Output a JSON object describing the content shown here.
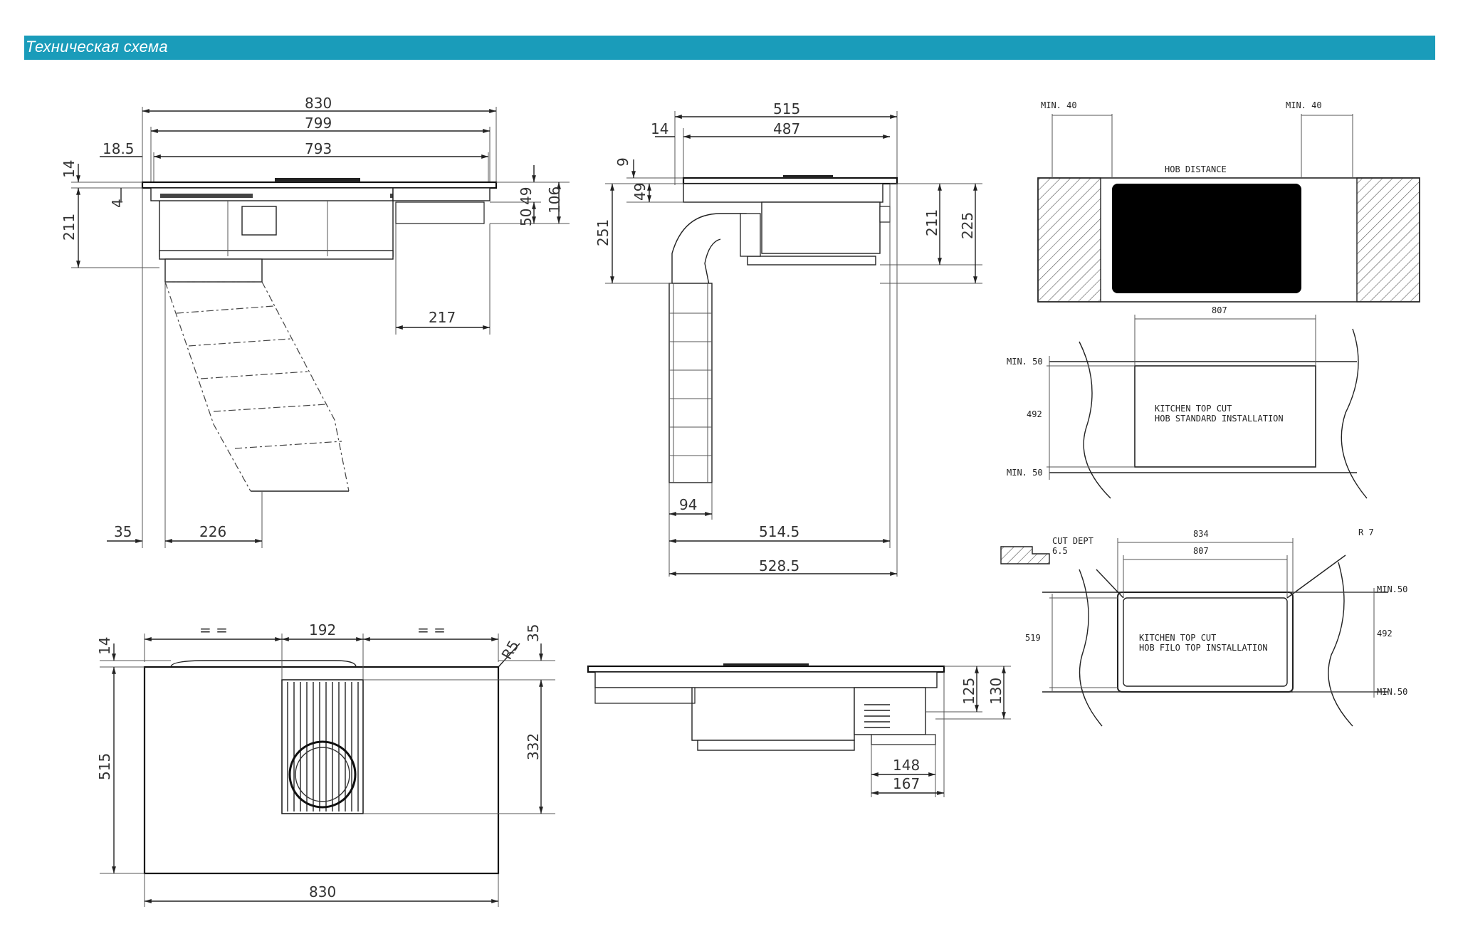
{
  "header": {
    "title": "Техническая схема"
  },
  "side_view": {
    "dims": [
      "830",
      "799",
      "793",
      "18.5",
      "14",
      "4",
      "211",
      "49",
      "50",
      "106",
      "217",
      "35",
      "226"
    ]
  },
  "front_view": {
    "dims": [
      "515",
      "487",
      "14",
      "9",
      "49",
      "251",
      "211",
      "225",
      "94",
      "514.5",
      "528.5"
    ]
  },
  "top_view": {
    "dims": [
      "192",
      "= =",
      "= =",
      "14",
      "R5",
      "35",
      "515",
      "332",
      "830"
    ]
  },
  "side_view_2": {
    "dims": [
      "125",
      "130",
      "148",
      "167"
    ]
  },
  "hob_distance": {
    "min_left": "MIN. 40",
    "min_right": "MIN. 40",
    "label": "HOB DISTANCE"
  },
  "standard_cut": {
    "width": "807",
    "min_top": "MIN. 50",
    "depth": "492",
    "min_bottom": "MIN. 50",
    "label_line1": "KITCHEN TOP CUT",
    "label_line2": "HOB STANDARD INSTALLATION"
  },
  "flush_cut": {
    "cut_depth_line1": "CUT DEPT",
    "cut_depth_line2": "6.5",
    "outer_width": "834",
    "inner_width": "807",
    "radius": "R 7",
    "min_top": "MIN.50",
    "outer_depth": "519",
    "inner_depth": "492",
    "min_bottom": "MIN.50",
    "label_line1": "KITCHEN TOP CUT",
    "label_line2": "HOB FILO TOP INSTALLATION"
  }
}
